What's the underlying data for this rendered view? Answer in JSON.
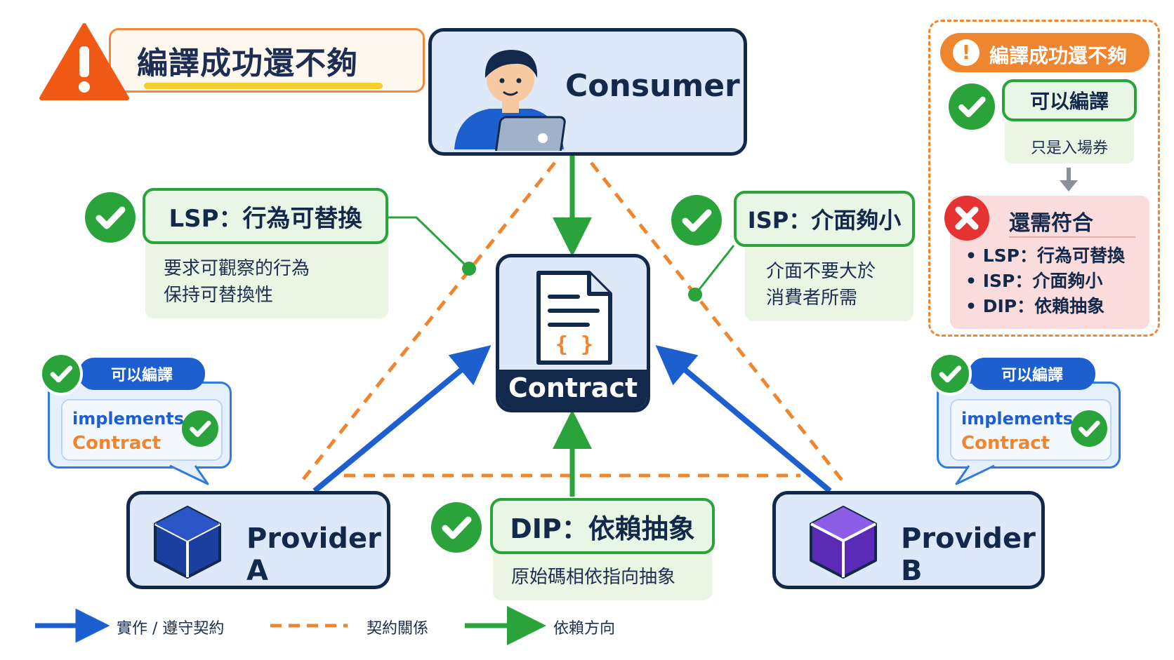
{
  "headline": "編譯成功還不夠",
  "nodes": {
    "consumer": "Consumer",
    "contract": "Contract",
    "provider_a": "Provider A",
    "provider_b": "Provider B"
  },
  "principles": {
    "lsp": {
      "title": "LSP：行為可替換",
      "body": [
        "要求可觀察的行為",
        "保持可替換性"
      ]
    },
    "isp": {
      "title": "ISP：介面夠小",
      "body": [
        "介面不要大於",
        "消費者所需"
      ]
    },
    "dip": {
      "title": "DIP：依賴抽象",
      "body": [
        "原始碼相依指向抽象"
      ]
    }
  },
  "bubbles": {
    "left": {
      "pill": "可以編譯",
      "line1": "implements",
      "line2": "Contract"
    },
    "right": {
      "pill": "可以編譯",
      "line1": "implements",
      "line2": "Contract"
    }
  },
  "panel": {
    "header": "編譯成功還不夠",
    "compile_title": "可以編譯",
    "compile_sub": "只是入場券",
    "need_title": "還需符合",
    "need_items": [
      "LSP：行為可替換",
      "ISP：介面夠小",
      "DIP：依賴抽象"
    ]
  },
  "legend": {
    "blue": "實作 / 遵守契約",
    "orange": "契約關係",
    "green": "依賴方向"
  },
  "colors": {
    "navy": "#13294b",
    "green": "#2aa33b",
    "blue": "#1e5fd0",
    "orange": "#f0852f",
    "red": "#e53232"
  },
  "icons": [
    "warning-icon",
    "person-with-laptop-icon",
    "document-code-icon",
    "cube-icon",
    "check-icon",
    "cross-icon",
    "exclamation-icon",
    "down-arrow-icon"
  ]
}
